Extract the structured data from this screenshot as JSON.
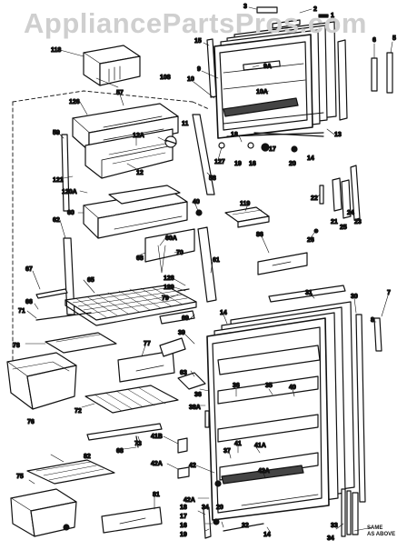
{
  "watermark": "AppliancePartsPros.com",
  "note_line1": "SAME",
  "note_line2": "AS ABOVE",
  "callouts": [
    {
      "id": "c3",
      "label": "3"
    },
    {
      "id": "c2",
      "label": "2"
    },
    {
      "id": "c1",
      "label": "1"
    },
    {
      "id": "c118",
      "label": "118"
    },
    {
      "id": "c15",
      "label": "15"
    },
    {
      "id": "c6",
      "label": "6"
    },
    {
      "id": "c5",
      "label": "5"
    },
    {
      "id": "c9",
      "label": "9"
    },
    {
      "id": "c9A",
      "label": "9A"
    },
    {
      "id": "c108",
      "label": "108"
    },
    {
      "id": "c10",
      "label": "10"
    },
    {
      "id": "c10A",
      "label": "10A"
    },
    {
      "id": "c13",
      "label": "13"
    },
    {
      "id": "c126",
      "label": "126"
    },
    {
      "id": "c57",
      "label": "57"
    },
    {
      "id": "c11",
      "label": "11"
    },
    {
      "id": "c18",
      "label": "18"
    },
    {
      "id": "c17",
      "label": "17"
    },
    {
      "id": "c59",
      "label": "59"
    },
    {
      "id": "c12A",
      "label": "12A"
    },
    {
      "id": "c127",
      "label": "127"
    },
    {
      "id": "c19",
      "label": "19"
    },
    {
      "id": "c16",
      "label": "16"
    },
    {
      "id": "c20",
      "label": "20"
    },
    {
      "id": "c14",
      "label": "14"
    },
    {
      "id": "c12",
      "label": "12"
    },
    {
      "id": "c58",
      "label": "58"
    },
    {
      "id": "c121",
      "label": "121"
    },
    {
      "id": "c120A",
      "label": "120A"
    },
    {
      "id": "c22",
      "label": "22"
    },
    {
      "id": "c119",
      "label": "119"
    },
    {
      "id": "c60",
      "label": "60"
    },
    {
      "id": "c40",
      "label": "40"
    },
    {
      "id": "c21",
      "label": "21"
    },
    {
      "id": "c25",
      "label": "25"
    },
    {
      "id": "c24",
      "label": "24"
    },
    {
      "id": "c23",
      "label": "23"
    },
    {
      "id": "c62",
      "label": "62"
    },
    {
      "id": "c26",
      "label": "26"
    },
    {
      "id": "c60A",
      "label": "60A"
    },
    {
      "id": "c86",
      "label": "86"
    },
    {
      "id": "c70",
      "label": "70"
    },
    {
      "id": "c68",
      "label": "68"
    },
    {
      "id": "c61",
      "label": "61"
    },
    {
      "id": "c67",
      "label": "67"
    },
    {
      "id": "c65",
      "label": "65"
    },
    {
      "id": "c128",
      "label": "128"
    },
    {
      "id": "c129",
      "label": "129"
    },
    {
      "id": "c79",
      "label": "79"
    },
    {
      "id": "c31",
      "label": "31"
    },
    {
      "id": "c30",
      "label": "30"
    },
    {
      "id": "c7",
      "label": "7"
    },
    {
      "id": "c66",
      "label": "66"
    },
    {
      "id": "c71",
      "label": "71"
    },
    {
      "id": "c69",
      "label": "69"
    },
    {
      "id": "c14b",
      "label": "14"
    },
    {
      "id": "c8",
      "label": "8"
    },
    {
      "id": "c39",
      "label": "39"
    },
    {
      "id": "c78",
      "label": "78"
    },
    {
      "id": "c77",
      "label": "77"
    },
    {
      "id": "c63",
      "label": "63"
    },
    {
      "id": "c36",
      "label": "36"
    },
    {
      "id": "c38A",
      "label": "38A"
    },
    {
      "id": "c72",
      "label": "72"
    },
    {
      "id": "c36b",
      "label": "36"
    },
    {
      "id": "c35",
      "label": "35"
    },
    {
      "id": "c40b",
      "label": "40"
    },
    {
      "id": "c76",
      "label": "76"
    },
    {
      "id": "c73",
      "label": "73"
    },
    {
      "id": "c41B",
      "label": "41B"
    },
    {
      "id": "c41",
      "label": "41"
    },
    {
      "id": "c41A",
      "label": "41A"
    },
    {
      "id": "c37",
      "label": "37"
    },
    {
      "id": "c68b",
      "label": "68"
    },
    {
      "id": "c42A",
      "label": "42A"
    },
    {
      "id": "c42",
      "label": "42"
    },
    {
      "id": "c42Ab",
      "label": "42A"
    },
    {
      "id": "c82",
      "label": "82"
    },
    {
      "id": "c42Ac",
      "label": "42A"
    },
    {
      "id": "c81",
      "label": "81"
    },
    {
      "id": "c75",
      "label": "75"
    },
    {
      "id": "c34",
      "label": "34"
    },
    {
      "id": "c20b",
      "label": "20"
    },
    {
      "id": "c18b",
      "label": "18"
    },
    {
      "id": "c17b",
      "label": "17"
    },
    {
      "id": "c16b",
      "label": "16"
    },
    {
      "id": "c19b",
      "label": "19"
    },
    {
      "id": "c32",
      "label": "32"
    },
    {
      "id": "c14c",
      "label": "14"
    },
    {
      "id": "c33",
      "label": "33"
    },
    {
      "id": "c34b",
      "label": "34"
    }
  ]
}
